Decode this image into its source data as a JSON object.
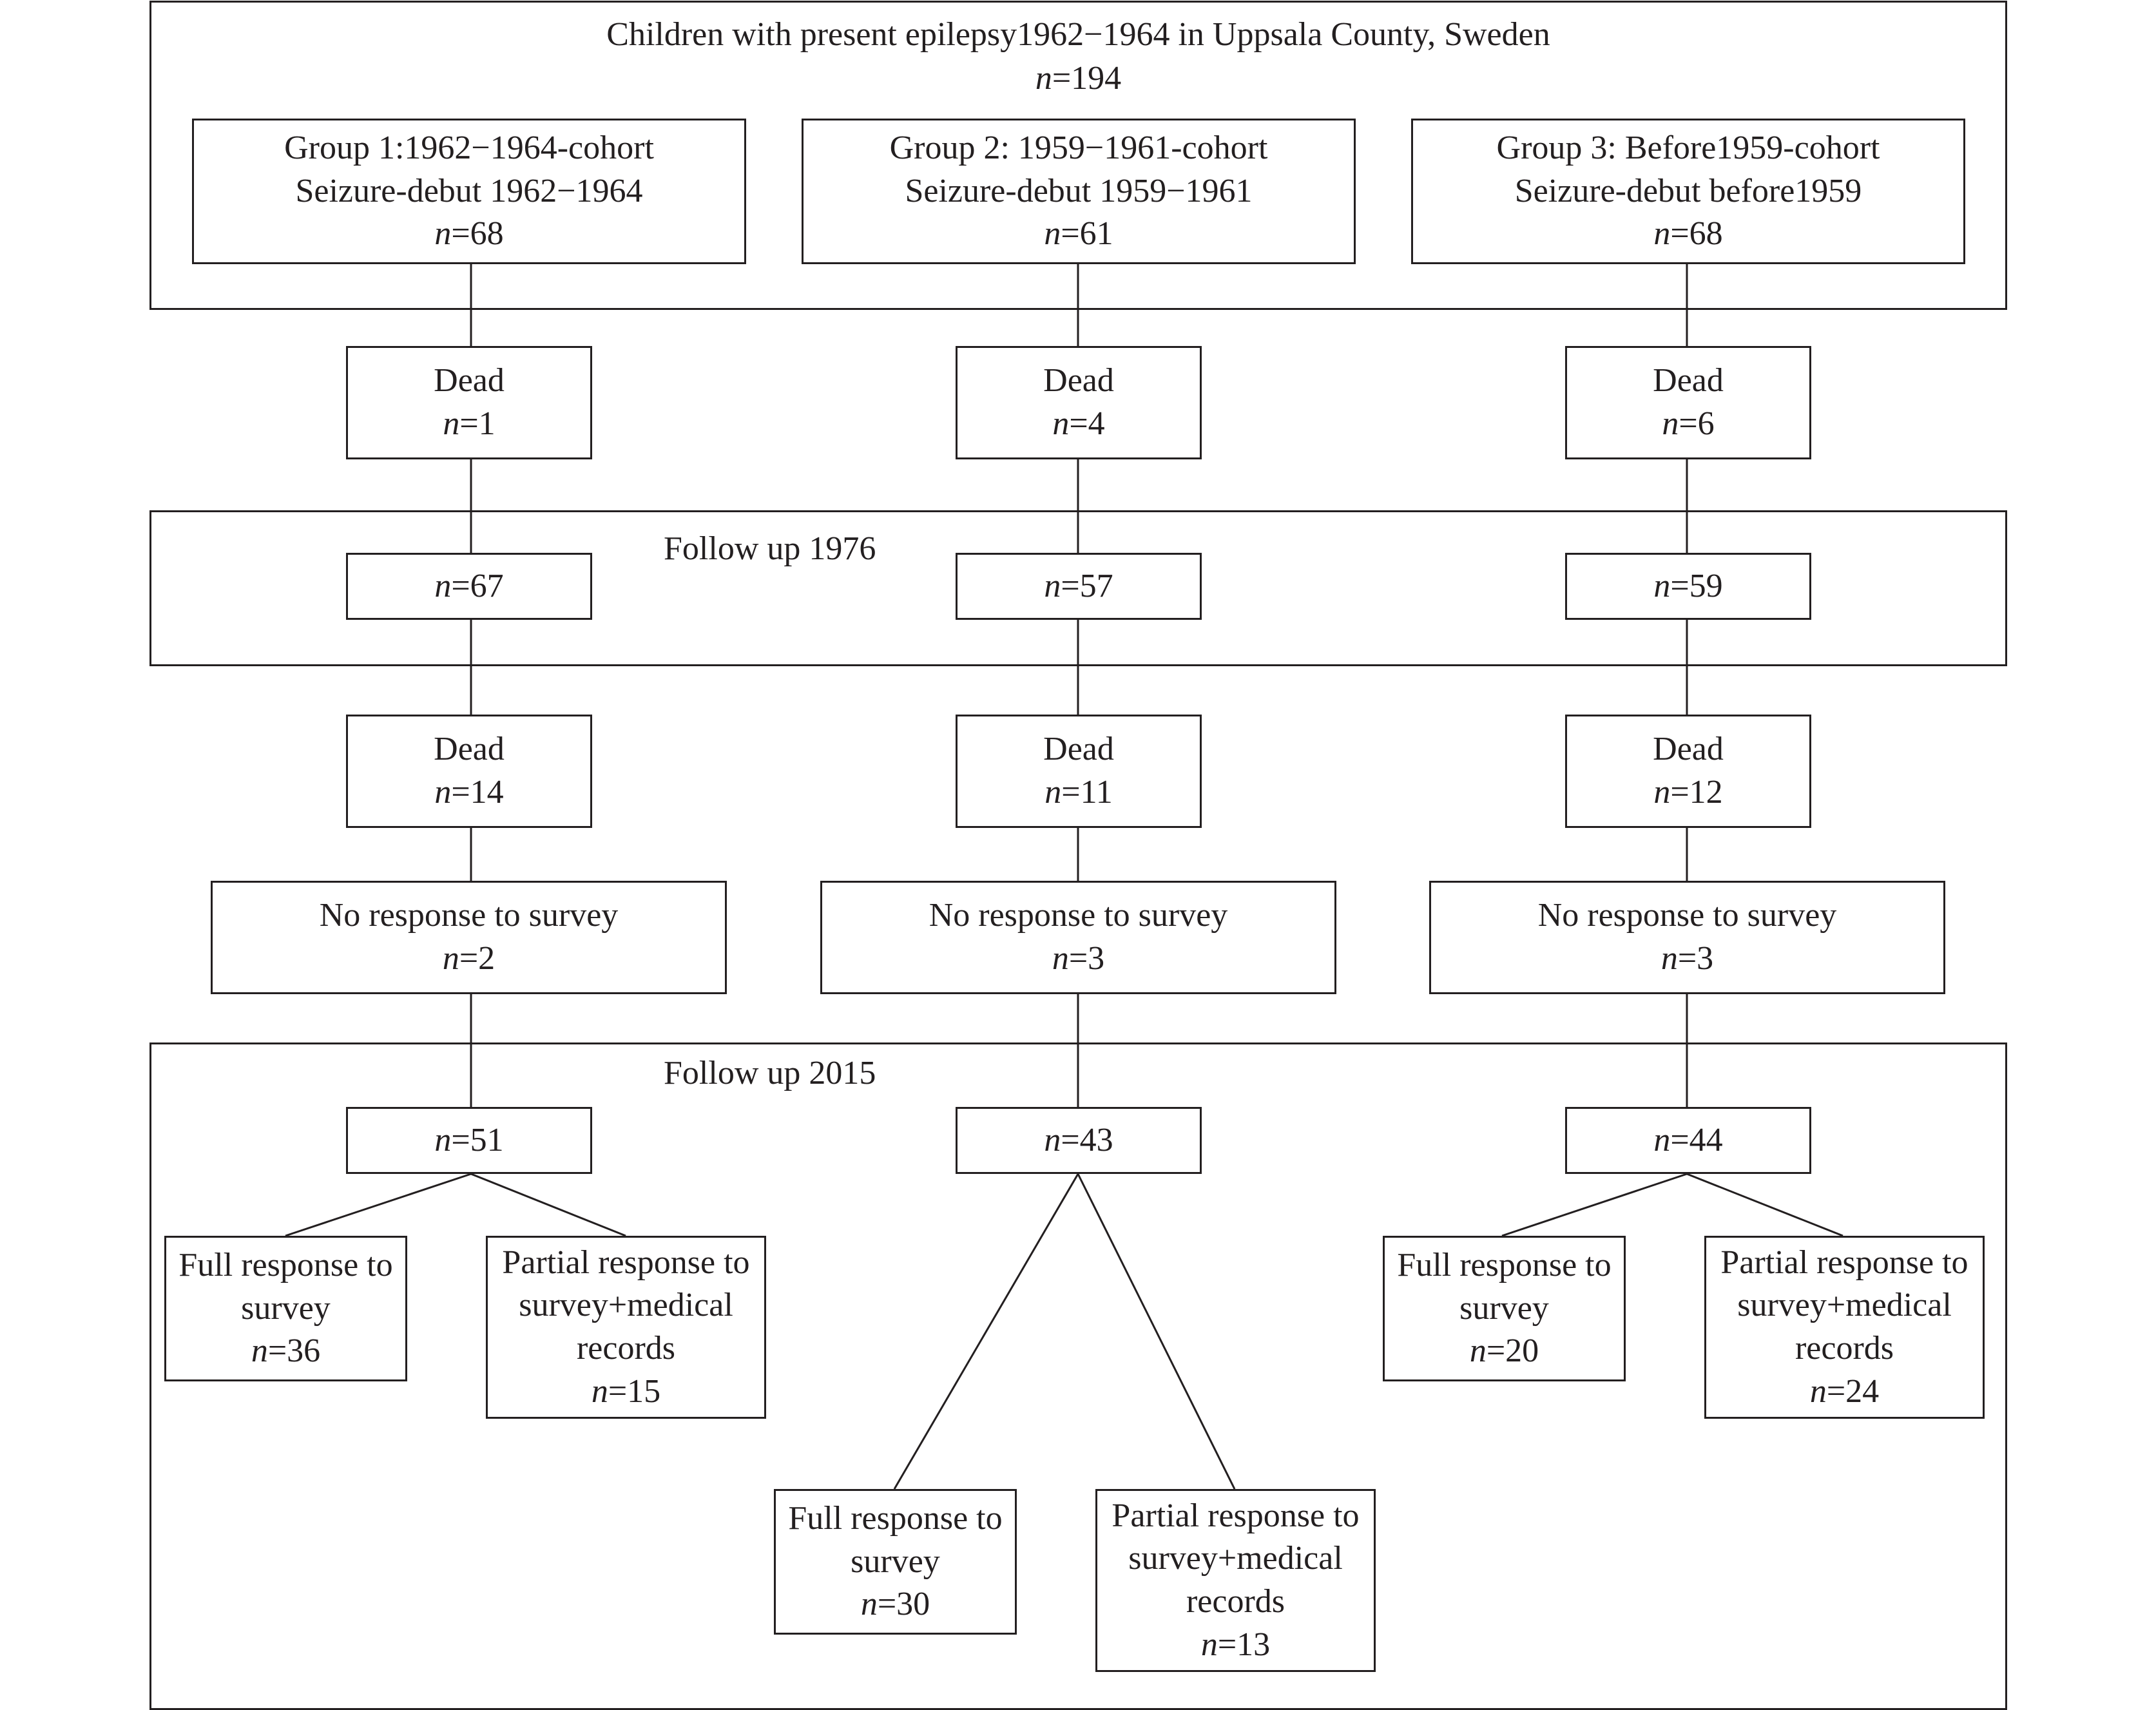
{
  "population": {
    "title": "Children with present epilepsy1962−1964 in Uppsala County, Sweden",
    "n": "194"
  },
  "groups": [
    {
      "name": "Group 1:1962−1964-cohort",
      "debut": "Seizure-debut 1962−1964",
      "n": "68",
      "dead_1": {
        "label": "Dead",
        "n": "1"
      },
      "followup_1976": {
        "n": "67"
      },
      "dead_2": {
        "label": "Dead",
        "n": "14"
      },
      "no_response": {
        "label": "No response to survey",
        "n": "2"
      },
      "followup_2015": {
        "n": "51"
      },
      "full": {
        "lines": [
          "Full response to",
          "survey"
        ],
        "n": "36"
      },
      "partial": {
        "lines": [
          "Partial response to",
          "survey+medical",
          "records"
        ],
        "n": "15"
      }
    },
    {
      "name": "Group 2: 1959−1961-cohort",
      "debut": "Seizure-debut 1959−1961",
      "n": "61",
      "dead_1": {
        "label": "Dead",
        "n": "4"
      },
      "followup_1976": {
        "n": "57"
      },
      "dead_2": {
        "label": "Dead",
        "n": "11"
      },
      "no_response": {
        "label": "No response to survey",
        "n": "3"
      },
      "followup_2015": {
        "n": "43"
      },
      "full": {
        "lines": [
          "Full response to",
          "survey"
        ],
        "n": "30"
      },
      "partial": {
        "lines": [
          "Partial response to",
          "survey+medical",
          "records"
        ],
        "n": "13"
      }
    },
    {
      "name": "Group 3: Before1959-cohort",
      "debut": "Seizure-debut before1959",
      "n": "68",
      "dead_1": {
        "label": "Dead",
        "n": "6"
      },
      "followup_1976": {
        "n": "59"
      },
      "dead_2": {
        "label": "Dead",
        "n": "12"
      },
      "no_response": {
        "label": "No response to survey",
        "n": "3"
      },
      "followup_2015": {
        "n": "44"
      },
      "full": {
        "lines": [
          "Full response to",
          "survey"
        ],
        "n": "20"
      },
      "partial": {
        "lines": [
          "Partial response to",
          "survey+medical",
          "records"
        ],
        "n": "24"
      }
    }
  ],
  "followup_1976_label": "Follow up 1976",
  "followup_2015_label": "Follow up 2015",
  "n_symbol": "n",
  "equals": "="
}
